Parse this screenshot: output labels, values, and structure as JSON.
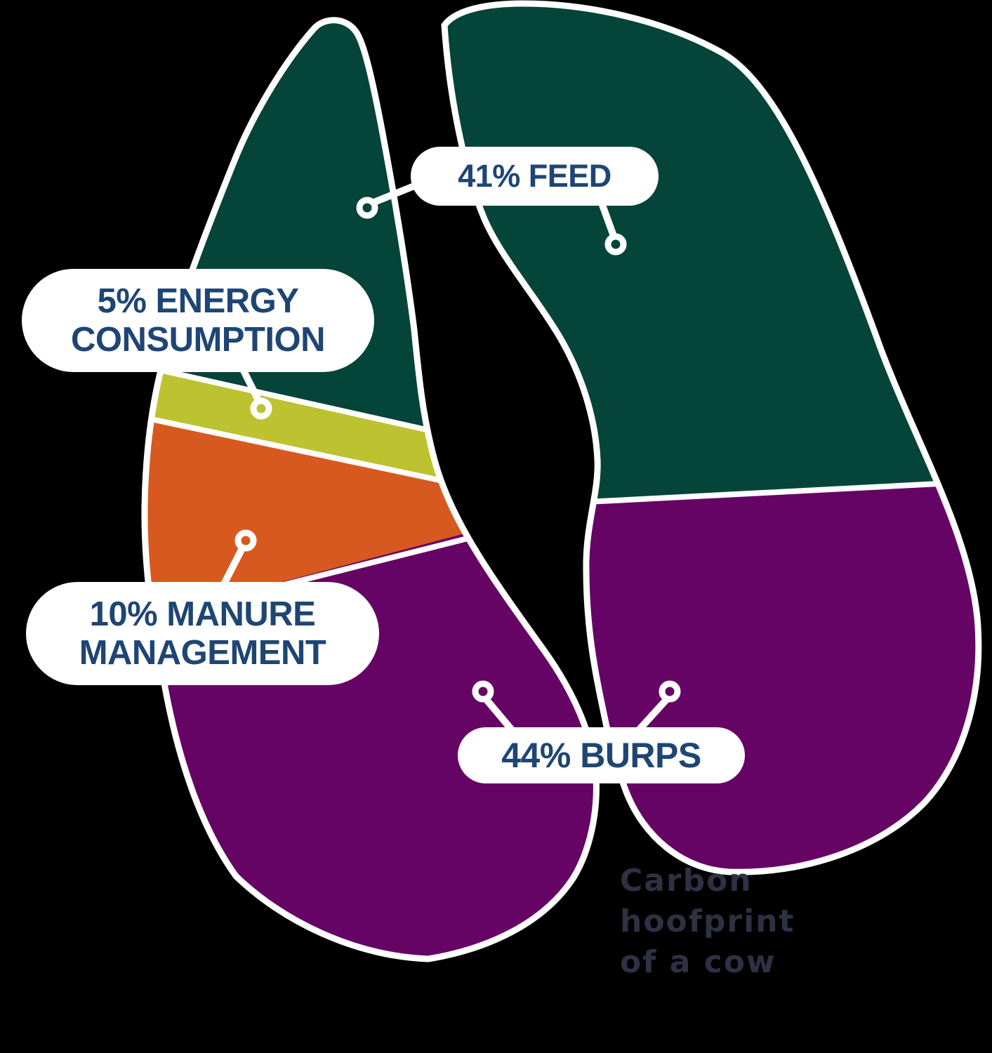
{
  "chart_data": {
    "type": "pie",
    "title": "Carbon hoofprint of a cow",
    "categories": [
      "Burps",
      "Feed",
      "Manure management",
      "Energy consumption"
    ],
    "values": [
      44,
      41,
      10,
      5
    ],
    "unit": "%",
    "shape_hint": "segments drawn inside a two-toed cow hoofprint silhouette on black background; both toes colored: feed green on top, burps purple on bottom; energy and manure wedges only on left toe",
    "legend_position": "callout pills with connector dots"
  },
  "labels": {
    "feed": {
      "text": "41% FEED"
    },
    "energy": {
      "lines": [
        "5% ENERGY",
        "CONSUMPTION"
      ]
    },
    "manure": {
      "lines": [
        "10% MANURE",
        "MANAGEMENT"
      ]
    },
    "burps": {
      "text": "44% BURPS"
    }
  },
  "caption": {
    "lines": [
      "Carbon",
      "hoofprint",
      "of a cow"
    ]
  },
  "colors": {
    "background": "#000000",
    "feed_green": "#054439",
    "energy_yellow": "#bcc230",
    "manure_orange": "#d8591f",
    "burps_purple": "#660465",
    "outline_white": "#ffffff",
    "pill_background": "#ffffff",
    "label_text": "#1e4574",
    "caption_text": "#2d3142"
  }
}
